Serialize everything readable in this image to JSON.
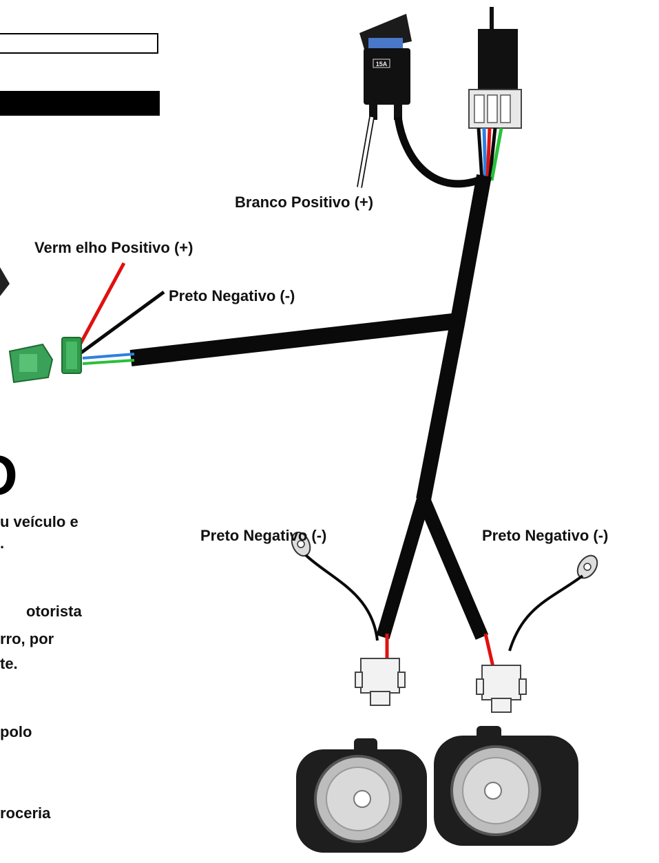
{
  "labels": {
    "branco": "Branco Positivo (+)",
    "vermelho": "Verm elho Positivo (+)",
    "preto_top": "Preto Negativo (-)",
    "preto_left": "Preto Negativo (-)",
    "preto_right": "Preto Negativo (-)",
    "fuse": "15A"
  },
  "left_text": {
    "big_char": "O",
    "line1": "u veículo e",
    "line2": ".",
    "line3": "otorista",
    "line4": "rro, por",
    "line5": "te.",
    "line6": "polo",
    "line7": "roceria"
  },
  "colors": {
    "wire_black": "#0a0a0a",
    "wire_red": "#e01010",
    "wire_blue": "#2f7fe0",
    "wire_green": "#29c03a",
    "connector_green": "#2e9a4a",
    "fuse_blue": "#4a78c8"
  }
}
